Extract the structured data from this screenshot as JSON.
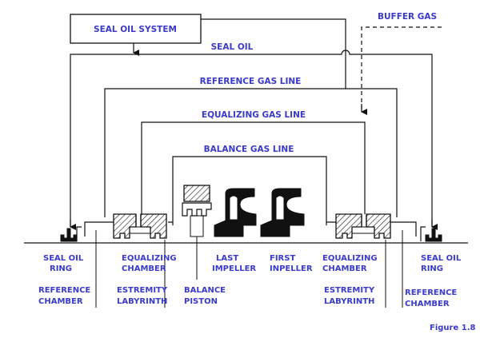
{
  "labels": {
    "seal_oil_system": "SEAL OIL SYSTEM",
    "buffer_gas": "BUFFER GAS",
    "seal_oil": "SEAL OIL",
    "reference_gas_line": "REFERENCE GAS LINE",
    "equalizing_gas_line": "EQUALIZING GAS LINE",
    "balance_gas_line": "BALANCE GAS LINE",
    "seal_oil_ring_left_1": "SEAL OIL",
    "seal_oil_ring_left_2": "RING",
    "equalizing_chamber_left_1": "EQUALIZING",
    "equalizing_chamber_left_2": "CHAMBER",
    "last_impeller_1": "LAST",
    "last_impeller_2": "IMPELLER",
    "first_impeller_1": "FIRST",
    "first_impeller_2": "INPELLER",
    "equalizing_chamber_right_1": "EQUALIZING",
    "equalizing_chamber_right_2": "CHAMBER",
    "seal_oil_ring_right_1": "SEAL OIL",
    "seal_oil_ring_right_2": "RING",
    "reference_chamber_left_1": "REFERENCE",
    "reference_chamber_left_2": "CHAMBER",
    "estremity_labyrinth_left_1": "ESTREMITY",
    "estremity_labyrinth_left_2": "LABYRINTH",
    "balance_piston_1": "BALANCE",
    "balance_piston_2": "PISTON",
    "estremity_labyrinth_right_1": "ESTREMITY",
    "estremity_labyrinth_right_2": "LABYRINTH",
    "reference_chamber_right_1": "REFERENCE",
    "reference_chamber_right_2": "CHAMBER",
    "figure": "Figure 1.8"
  },
  "colors": {
    "label": "#3a3acb",
    "line": "#111111",
    "background": "#ffffff"
  }
}
